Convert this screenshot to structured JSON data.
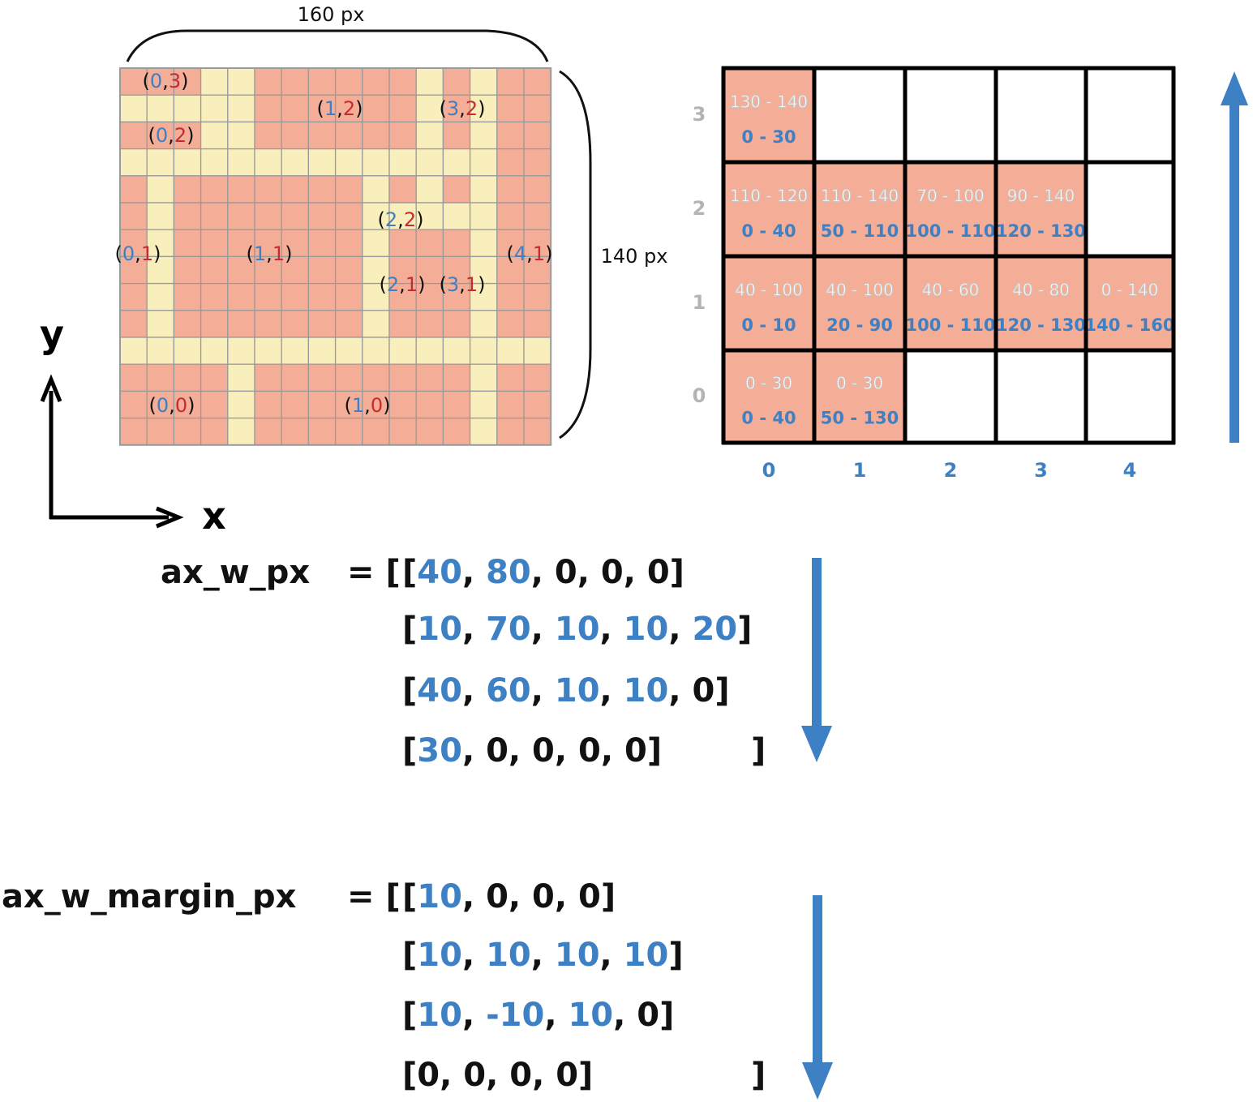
{
  "colors": {
    "salmon": "#f4ad96",
    "cream": "#f9efbd",
    "grid_line": "#9a9a9a",
    "blue": "#3e80c4",
    "red": "#c62b32",
    "gray": "#b4b4b4",
    "black": "#111111"
  },
  "pixel_grid": {
    "cols": 16,
    "rows": 14,
    "cream_rows": [
      [
        0,
        0,
        0,
        1,
        1,
        0,
        0,
        0,
        0,
        0,
        0,
        1,
        0,
        1,
        0,
        0
      ],
      [
        1,
        1,
        1,
        1,
        1,
        0,
        0,
        0,
        0,
        0,
        0,
        1,
        0,
        1,
        0,
        0
      ],
      [
        0,
        0,
        0,
        1,
        1,
        0,
        0,
        0,
        0,
        0,
        0,
        1,
        0,
        1,
        0,
        0
      ],
      [
        1,
        1,
        1,
        1,
        1,
        1,
        1,
        1,
        1,
        1,
        1,
        1,
        1,
        1,
        0,
        0
      ],
      [
        0,
        1,
        0,
        0,
        0,
        0,
        0,
        0,
        0,
        1,
        0,
        1,
        0,
        1,
        0,
        0
      ],
      [
        0,
        1,
        0,
        0,
        0,
        0,
        0,
        0,
        0,
        1,
        1,
        1,
        1,
        1,
        0,
        0
      ],
      [
        0,
        1,
        0,
        0,
        0,
        0,
        0,
        0,
        0,
        1,
        0,
        0,
        0,
        1,
        0,
        0
      ],
      [
        0,
        1,
        0,
        0,
        0,
        0,
        0,
        0,
        0,
        1,
        0,
        0,
        0,
        1,
        0,
        0
      ],
      [
        0,
        1,
        0,
        0,
        0,
        0,
        0,
        0,
        0,
        1,
        0,
        0,
        0,
        1,
        0,
        0
      ],
      [
        0,
        1,
        0,
        0,
        0,
        0,
        0,
        0,
        0,
        1,
        0,
        0,
        0,
        1,
        0,
        0
      ],
      [
        1,
        1,
        1,
        1,
        1,
        1,
        1,
        1,
        1,
        1,
        1,
        1,
        1,
        1,
        1,
        1
      ],
      [
        0,
        0,
        0,
        0,
        1,
        0,
        0,
        0,
        0,
        0,
        0,
        0,
        0,
        1,
        0,
        0
      ],
      [
        0,
        0,
        0,
        0,
        1,
        0,
        0,
        0,
        0,
        0,
        0,
        0,
        0,
        1,
        0,
        0
      ],
      [
        0,
        0,
        0,
        0,
        1,
        0,
        0,
        0,
        0,
        0,
        0,
        0,
        0,
        1,
        0,
        0
      ]
    ]
  },
  "panel_labels": [
    {
      "x": "0",
      "y": "3"
    },
    {
      "x": "1",
      "y": "2"
    },
    {
      "x": "3",
      "y": "2"
    },
    {
      "x": "0",
      "y": "2"
    },
    {
      "x": "2",
      "y": "2"
    },
    {
      "x": "0",
      "y": "1"
    },
    {
      "x": "1",
      "y": "1"
    },
    {
      "x": "4",
      "y": "1"
    },
    {
      "x": "2",
      "y": "1"
    },
    {
      "x": "3",
      "y": "1"
    },
    {
      "x": "0",
      "y": "0"
    },
    {
      "x": "1",
      "y": "0"
    }
  ],
  "dimensions": {
    "width_label": "160 px",
    "height_label": "140 px"
  },
  "axes_labels": {
    "y": "y",
    "x": "x"
  },
  "table": {
    "col_labels": [
      "0",
      "1",
      "2",
      "3",
      "4"
    ],
    "row_labels": [
      "3",
      "2",
      "1",
      "0"
    ],
    "cells": [
      [
        {
          "filled": true,
          "top": "130 - 140",
          "bottom": "0 - 30"
        },
        {
          "filled": false
        },
        {
          "filled": false
        },
        {
          "filled": false
        },
        {
          "filled": false
        }
      ],
      [
        {
          "filled": true,
          "top": "110 - 120",
          "bottom": "0 - 40"
        },
        {
          "filled": true,
          "top": "110 - 140",
          "bottom": "50 - 110"
        },
        {
          "filled": true,
          "top": "70 - 100",
          "bottom": "100 - 110"
        },
        {
          "filled": true,
          "top": "90 - 140",
          "bottom": "120 - 130"
        },
        {
          "filled": false
        }
      ],
      [
        {
          "filled": true,
          "top": "40 - 100",
          "bottom": "0 - 10"
        },
        {
          "filled": true,
          "top": "40 - 100",
          "bottom": "20 - 90"
        },
        {
          "filled": true,
          "top": "40 - 60",
          "bottom": "100 - 110"
        },
        {
          "filled": true,
          "top": "40 - 80",
          "bottom": "120 - 130"
        },
        {
          "filled": true,
          "top": "0 - 140",
          "bottom": "140 - 160"
        }
      ],
      [
        {
          "filled": true,
          "top": "0 - 30",
          "bottom": "0 - 40"
        },
        {
          "filled": true,
          "top": "0 - 30",
          "bottom": "50 - 130"
        },
        {
          "filled": false
        },
        {
          "filled": false
        },
        {
          "filled": false
        }
      ]
    ]
  },
  "code": {
    "ax_w_px": {
      "name": "ax_w_px",
      "assign": "= [",
      "rows": [
        [
          {
            "v": "40",
            "c": "blue"
          },
          {
            "v": "80",
            "c": "blue"
          },
          {
            "v": "0",
            "c": "black"
          },
          {
            "v": "0",
            "c": "black"
          },
          {
            "v": "0",
            "c": "black"
          }
        ],
        [
          {
            "v": "10",
            "c": "blue"
          },
          {
            "v": "70",
            "c": "blue"
          },
          {
            "v": "10",
            "c": "blue"
          },
          {
            "v": "10",
            "c": "blue"
          },
          {
            "v": "20",
            "c": "blue"
          }
        ],
        [
          {
            "v": "40",
            "c": "blue"
          },
          {
            "v": "60",
            "c": "blue"
          },
          {
            "v": "10",
            "c": "blue"
          },
          {
            "v": "10",
            "c": "blue"
          },
          {
            "v": "0",
            "c": "black"
          }
        ],
        [
          {
            "v": "30",
            "c": "blue"
          },
          {
            "v": "0",
            "c": "black"
          },
          {
            "v": "0",
            "c": "black"
          },
          {
            "v": "0",
            "c": "black"
          },
          {
            "v": "0",
            "c": "black"
          }
        ]
      ],
      "close": "]"
    },
    "ax_w_margin_px": {
      "name": "ax_w_margin_px",
      "assign": "= [",
      "rows": [
        [
          {
            "v": "10",
            "c": "blue"
          },
          {
            "v": "0",
            "c": "black"
          },
          {
            "v": "0",
            "c": "black"
          },
          {
            "v": "0",
            "c": "black"
          }
        ],
        [
          {
            "v": "10",
            "c": "blue"
          },
          {
            "v": "10",
            "c": "blue"
          },
          {
            "v": "10",
            "c": "blue"
          },
          {
            "v": "10",
            "c": "blue"
          }
        ],
        [
          {
            "v": "10",
            "c": "blue"
          },
          {
            "v": "-10",
            "c": "blue"
          },
          {
            "v": "10",
            "c": "blue"
          },
          {
            "v": "0",
            "c": "black"
          }
        ],
        [
          {
            "v": "0",
            "c": "black"
          },
          {
            "v": "0",
            "c": "black"
          },
          {
            "v": "0",
            "c": "black"
          },
          {
            "v": "0",
            "c": "black"
          }
        ]
      ],
      "close": "]"
    }
  }
}
